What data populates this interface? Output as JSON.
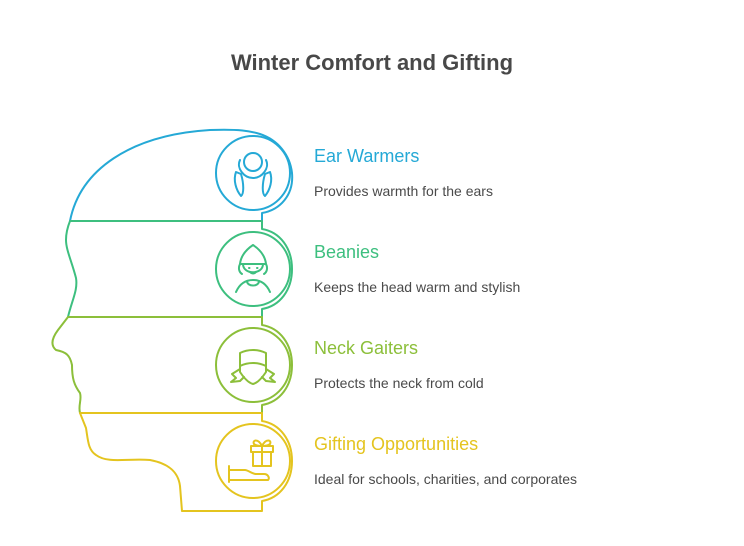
{
  "title": "Winter Comfort and Gifting",
  "items": [
    {
      "label": "Ear Warmers",
      "description": "Provides warmth for the ears",
      "icon": "ear-warmers-icon",
      "color": "#25a9d6"
    },
    {
      "label": "Beanies",
      "description": "Keeps the head warm and stylish",
      "icon": "beanie-child-icon",
      "color": "#3dbf7f"
    },
    {
      "label": "Neck Gaiters",
      "description": "Protects the neck from cold",
      "icon": "neck-gaiter-icon",
      "color": "#8cbf3a"
    },
    {
      "label": "Gifting Opportunities",
      "description": "Ideal for schools, charities, and corporates",
      "icon": "gift-hand-icon",
      "color": "#e4c41f"
    }
  ]
}
